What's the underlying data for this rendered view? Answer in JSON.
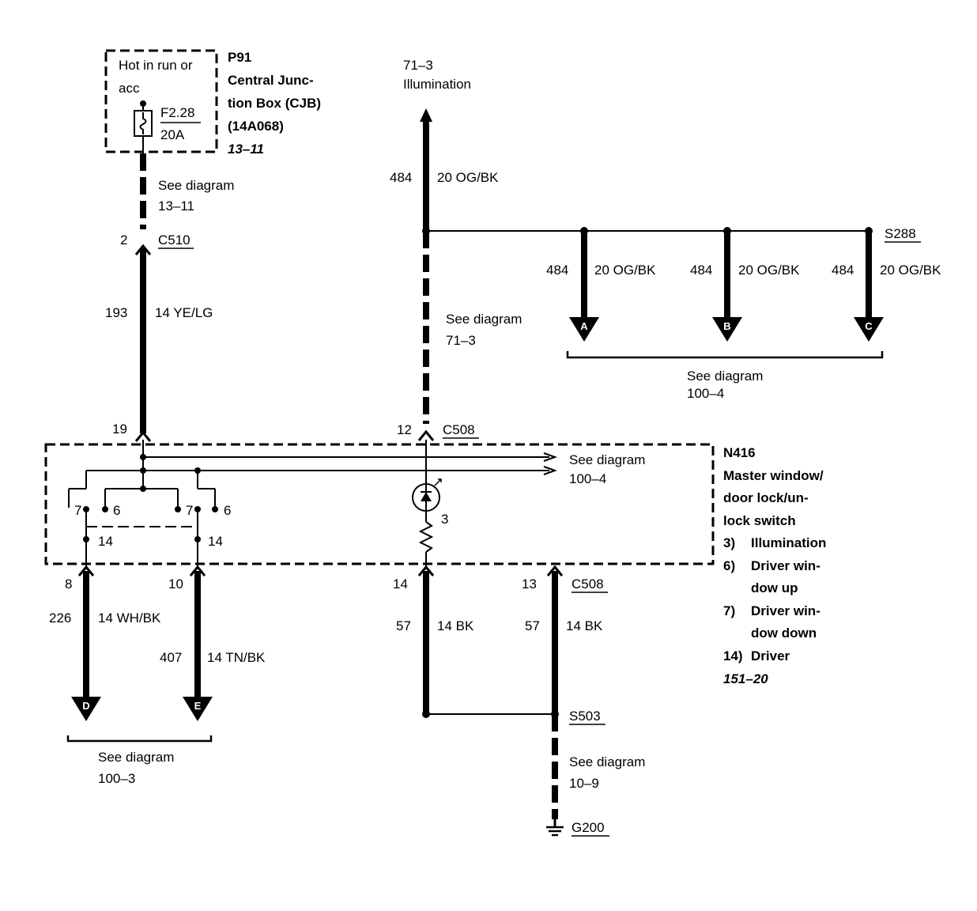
{
  "cjb": {
    "hot_line1": "Hot in run or",
    "hot_line2": "acc",
    "fuse_id": "F2.28",
    "fuse_rating": "20A",
    "ref": "P91",
    "name_line1": "Central Junc-",
    "name_line2": "tion Box (CJB)",
    "part": "(14A068)",
    "page": "13–11"
  },
  "top_ref": {
    "line1": "71–3",
    "line2": "Illumination"
  },
  "wires": {
    "w193": {
      "circuit": "193",
      "spec": "14 YE/LG"
    },
    "w484_main": {
      "circuit": "484",
      "spec": "20 OG/BK"
    },
    "w484_a": {
      "circuit": "484",
      "spec": "20 OG/BK"
    },
    "w484_b": {
      "circuit": "484",
      "spec": "20 OG/BK"
    },
    "w484_c": {
      "circuit": "484",
      "spec": "20 OG/BK"
    },
    "w226": {
      "circuit": "226",
      "spec": "14 WH/BK"
    },
    "w407": {
      "circuit": "407",
      "spec": "14 TN/BK"
    },
    "w57_a": {
      "circuit": "57",
      "spec": "14 BK"
    },
    "w57_b": {
      "circuit": "57",
      "spec": "14 BK"
    }
  },
  "see": {
    "label": "See diagram",
    "d13_11": "13–11",
    "d71_3": "71–3",
    "d100_4_top": "100–4",
    "d100_4_switch": "100–4",
    "d100_3": "100–3",
    "d10_9": "10–9"
  },
  "connectors": {
    "c510": "C510",
    "c508_top": "C508",
    "c508_bottom": "C508",
    "s288": "S288",
    "s503": "S503",
    "g200": "G200"
  },
  "pins": {
    "c510_pin": "2",
    "pin19": "19",
    "pin12": "12",
    "pin8": "8",
    "pin10": "10",
    "pin14": "14",
    "pin13": "13"
  },
  "arrows": {
    "a": "A",
    "b": "B",
    "c": "C",
    "d": "D",
    "e": "E"
  },
  "switch": {
    "ref": "N416",
    "name_line1": "Master window/",
    "name_line2": "door lock/un-",
    "name_line3": "lock switch",
    "legend": [
      {
        "num": "3)",
        "line1": "Illumination",
        "line2": ""
      },
      {
        "num": "6)",
        "line1": "Driver win-",
        "line2": "dow up"
      },
      {
        "num": "7)",
        "line1": "Driver win-",
        "line2": "dow down"
      },
      {
        "num": "14)",
        "line1": "Driver",
        "line2": ""
      }
    ],
    "page": "151–20",
    "pos7_left": "7",
    "pos6_left": "6",
    "pos7_right": "7",
    "pos6_right": "6",
    "pos14_left": "14",
    "pos14_right": "14",
    "pos3": "3"
  }
}
